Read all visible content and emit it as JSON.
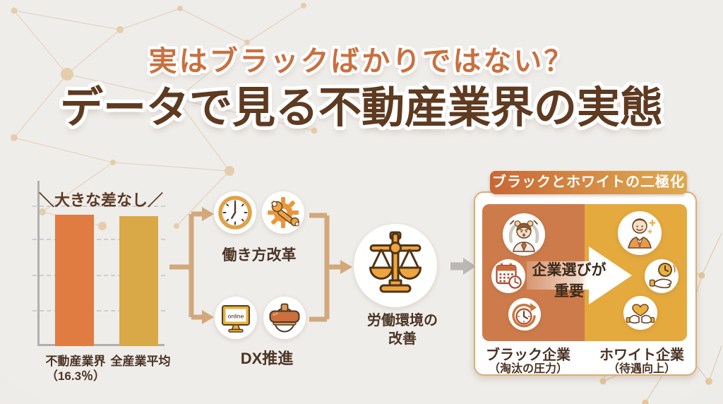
{
  "page": {
    "type": "infographic-slide",
    "language": "ja"
  },
  "titles": {
    "subtitle": "実はブラックばかりではない？",
    "title": "データで見る不動産業界の実態"
  },
  "chart_data": {
    "type": "bar",
    "title": "＼大きな差なし／",
    "categories": [
      "不動産業界",
      "全産業平均"
    ],
    "values": [
      16.3,
      16.1
    ],
    "value_labels": [
      "（16.3％）",
      ""
    ],
    "colors": [
      "#E07B42",
      "#D9A947"
    ],
    "ylim": [
      0,
      20.5
    ],
    "grid": "dashed-horizontal",
    "xlabel": "",
    "ylabel": ""
  },
  "flow": {
    "step_work_reform": {
      "label": "働き方改革"
    },
    "step_dx": {
      "label": "DX推進",
      "monitor_text": "online"
    },
    "step_outcome": {
      "label_line1": "労働環境の",
      "label_line2": "改善"
    }
  },
  "panel": {
    "header": "ブラックとホワイトの二極化",
    "arrow_label_line1": "企業選びが",
    "arrow_label_line2": "重要",
    "black_company": {
      "label": "ブラック企業",
      "sublabel": "（淘汰の圧力）"
    },
    "white_company": {
      "label": "ホワイト企業",
      "sublabel": "（待遇向上）"
    }
  },
  "icons": [
    "clock-icon",
    "gear-wrench-icon",
    "monitor-online-icon",
    "vr-headset-icon",
    "balance-scale-icon",
    "stressed-worker-icon",
    "calendar-clock-icon",
    "overtime-clock-icon",
    "happy-worker-icon",
    "hand-clock-icon",
    "hands-heart-icon"
  ],
  "colors": {
    "background": "#EDEBE8",
    "subtitle_orange": "#C9703F",
    "title_brown": "#5E3A20",
    "bar_orange": "#E07B42",
    "bar_gold": "#D9A947",
    "connector_tan": "#D2A87C",
    "gray_arrow": "#BBB8B4",
    "panel_black_bg": "#CE7B4B",
    "panel_white_bg": "#E4AA3E",
    "header_gradient_from": "#C96735",
    "header_gradient_to": "#DFA84F",
    "dark_text": "#4C3526"
  }
}
